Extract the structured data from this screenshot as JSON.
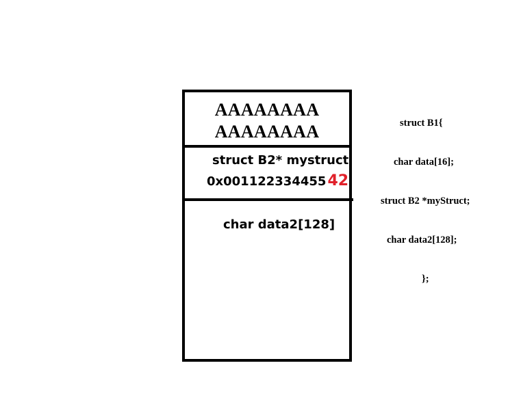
{
  "memory_layout": {
    "filler_rows": [
      "AAAAAAAA",
      "AAAAAAAA"
    ],
    "pointer_field_label": "struct B2* mystruct",
    "pointer_value_prefix": "0x001122334455",
    "pointer_value_overflow": "42",
    "buffer_field_label": "char data2[128]"
  },
  "struct_definition": {
    "lines": [
      "struct B1{",
      "char data[16];",
      "struct B2 *myStruct;",
      "char data2[128];",
      "};"
    ]
  },
  "colors": {
    "overflow_highlight": "#e0202a",
    "outline": "#000000",
    "background": "#ffffff"
  }
}
